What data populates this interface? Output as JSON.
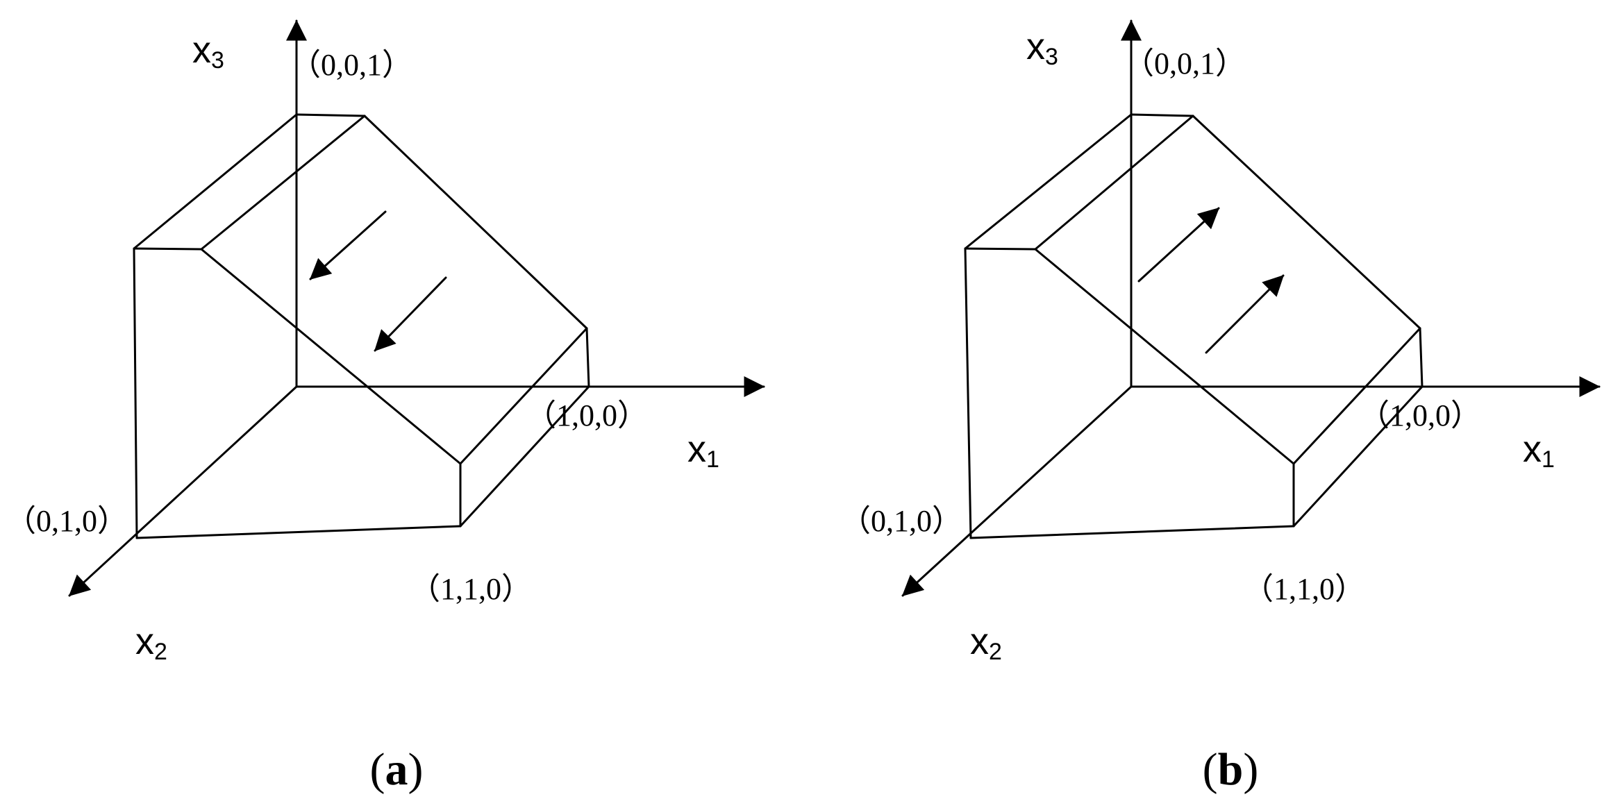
{
  "panels": [
    {
      "label_open": "(",
      "label_letter": "a",
      "label_close": ")",
      "axes": {
        "x1": {
          "letter": "x",
          "subscript": "1"
        },
        "x2": {
          "letter": "x",
          "subscript": "2"
        },
        "x3": {
          "letter": "x",
          "subscript": "3"
        }
      },
      "points": {
        "p001": "（0,0,1）",
        "p100": "（1,0,0）",
        "p010": "（0,1,0）",
        "p110": "（1,1,0）"
      },
      "flow_direction": "down-left"
    },
    {
      "label_open": "(",
      "label_letter": "b",
      "label_close": ")",
      "axes": {
        "x1": {
          "letter": "x",
          "subscript": "1"
        },
        "x2": {
          "letter": "x",
          "subscript": "2"
        },
        "x3": {
          "letter": "x",
          "subscript": "3"
        }
      },
      "points": {
        "p001": "（0,0,1）",
        "p100": "（1,0,0）",
        "p010": "（0,1,0）",
        "p110": "（1,1,0）"
      },
      "flow_direction": "up-right"
    }
  ],
  "colors": {
    "stroke": "#000000",
    "background": "#ffffff"
  }
}
